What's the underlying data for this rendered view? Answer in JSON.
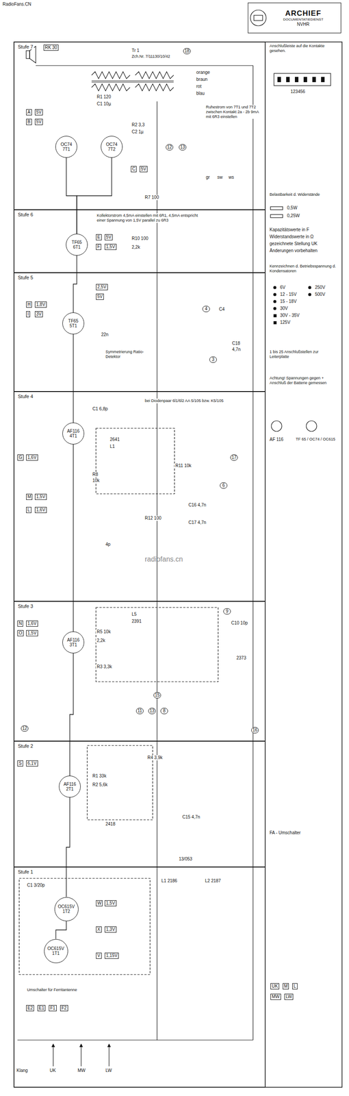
{
  "diagram": {
    "nodes": [
      {
        "text": [
          "ARCHIEF",
          "DOCUMENTATIEDIENST",
          "NVHR"
        ]
      },
      {
        "text": [
          "Stufe 7"
        ]
      },
      {
        "text": [
          "OC74",
          "7T1"
        ],
        "in": 1
      },
      {
        "text": [
          "OC74",
          "7T2"
        ],
        "in": 1
      },
      {
        "text": [
          "Stufe 6"
        ]
      },
      {
        "text": [
          "TF65",
          "6T1"
        ],
        "in": 4
      },
      {
        "text": [
          "Stufe 5"
        ]
      },
      {
        "text": [
          "TF65",
          "5T1"
        ],
        "in": 6
      },
      {
        "text": [
          "Stufe 4"
        ]
      },
      {
        "text": [
          "AF116",
          "4T1"
        ],
        "in": 8
      },
      {
        "text": [
          "Stufe 3"
        ]
      },
      {
        "text": [
          "AF116",
          "3T1"
        ],
        "in": 10
      },
      {
        "text": [
          "Stufe 2"
        ]
      },
      {
        "text": [
          "AF116",
          "2T1"
        ],
        "in": 12
      },
      {
        "text": [
          "Stufe 1"
        ]
      },
      {
        "text": [
          "OC615V",
          "1T2"
        ],
        "in": 14
      },
      {
        "text": [
          "OC615V",
          "1T1"
        ],
        "in": 14
      }
    ],
    "edges": [
      {
        "from": 16,
        "to": 15,
        "arrow": "none"
      },
      {
        "from": 15,
        "to": 13,
        "arrow": "none"
      },
      {
        "from": 13,
        "to": 11,
        "arrow": "none"
      },
      {
        "from": 11,
        "to": 9,
        "arrow": "none"
      },
      {
        "from": 9,
        "to": 7,
        "arrow": "none"
      },
      {
        "from": 7,
        "to": 5,
        "arrow": "none"
      },
      {
        "from": 5,
        "to": 2,
        "arrow": "none"
      },
      {
        "from": 5,
        "to": 3,
        "arrow": "none"
      }
    ],
    "labels": [
      "RadioFans.CN",
      "RK 30",
      "Tr 1",
      "Zch.Nr. 7/11130/10/42",
      "18",
      "orange",
      "braun",
      "rot",
      "blau",
      "R1 120",
      "C1 10µ",
      "A",
      "5V",
      "B",
      "5V",
      "C",
      "5V",
      "R2 3,3",
      "C2 1µ",
      "Ruhestrom von 7T1 und 7T2 zwischen Kontakt 2a - 2b 9mA mit 6R3 einstellen",
      "12",
      "13",
      "R7 100",
      "gr",
      "sw",
      "ws",
      "Kollektorstrom 4,5mA einstellen mit 6R1, 4,5mA entspricht einer Spannung von 1,5V parallel zu 6R3",
      "E",
      "5V",
      "F",
      "1,5V",
      "R10 100",
      "2,2k",
      "H",
      "1,8V",
      "I",
      "3V",
      "2,5V",
      "5V",
      "22n",
      "Symmetrierung Ratio-Detektor",
      "4",
      "C4",
      "3",
      "C18",
      "4,7n",
      "C1 6,8p",
      "G",
      "1,6V",
      "bei Diodenpaar 6l1/6l2 AA 5/105 bzw. K5/105",
      "2641",
      "L1",
      "R8",
      "10k",
      "M",
      "1,5V",
      "R11 10k",
      "17",
      "6",
      "C16 4,7n",
      "R12 100",
      "C17 4,7n",
      "4p",
      "radiofans.cn",
      "L",
      "1,6V",
      "9",
      "N",
      "1,6V",
      "O",
      "1,5V",
      "R5 10k",
      "2,2k",
      "R3 3,3k",
      "C10 10p",
      "2373",
      "L5",
      "2391",
      "15",
      "16",
      "11",
      "13",
      "8",
      "S",
      "6,1V",
      "R4 3,9k",
      "R1 33k",
      "R2 5,6k",
      "C15 4,7n",
      "12",
      "2418",
      "13/053",
      "W",
      "1,5V",
      "X",
      "1,3V",
      "V",
      "1,15V",
      "L1 2186",
      "L2 2187",
      "Umschalter für Ferritantenne",
      "E2",
      "E1",
      "F1",
      "F2",
      "Klang",
      "UK",
      "MW",
      "LW",
      "C1 3/20p",
      "Anschlußleiste auf die Kontakte gesehen.",
      "123456",
      "Belastbarkeit d. Widerstände",
      "0,5W",
      "0,25W",
      "Kapazitätswerte in F",
      "Widerstandswerte in Ω",
      "gezeichnete Stellung UK",
      "Änderungen vorbehalten",
      "Kennzeichnen d. Betriebsspannung d. Kondensatoren",
      "6V",
      "12 - 15V",
      "15 - 18V",
      "30V",
      "30V - 35V",
      "125V",
      "250V",
      "500V",
      "1 bis 25 Anschlußstellen zur Leiterplatte",
      "Achtung! Spannungen gegen + Anschluß der Batterie gemessen",
      "AF 116",
      "TF 65 / OC74 / OC615",
      "FA - Umschalter",
      "UK",
      "M",
      "L",
      "MW",
      "LW"
    ]
  }
}
